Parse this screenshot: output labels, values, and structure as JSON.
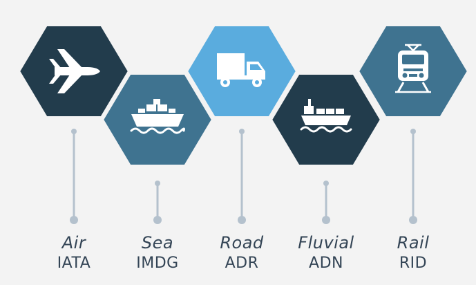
{
  "colors": {
    "background": "#f3f3f3",
    "dark_navy": "#223c4c",
    "steel_blue": "#3f7390",
    "sky_blue": "#5aacde",
    "connector": "#b4c1cd",
    "label_text": "#334455"
  },
  "transport_modes": [
    {
      "mode": "Air",
      "code": "IATA",
      "icon": "airplane-icon",
      "color": "#223c4c"
    },
    {
      "mode": "Sea",
      "code": "IMDG",
      "icon": "cargo-ship-icon",
      "color": "#3f7390"
    },
    {
      "mode": "Road",
      "code": "ADR",
      "icon": "truck-icon",
      "color": "#5aacde"
    },
    {
      "mode": "Fluvial",
      "code": "ADN",
      "icon": "river-barge-icon",
      "color": "#223c4c"
    },
    {
      "mode": "Rail",
      "code": "RID",
      "icon": "train-icon",
      "color": "#3f7390"
    }
  ]
}
